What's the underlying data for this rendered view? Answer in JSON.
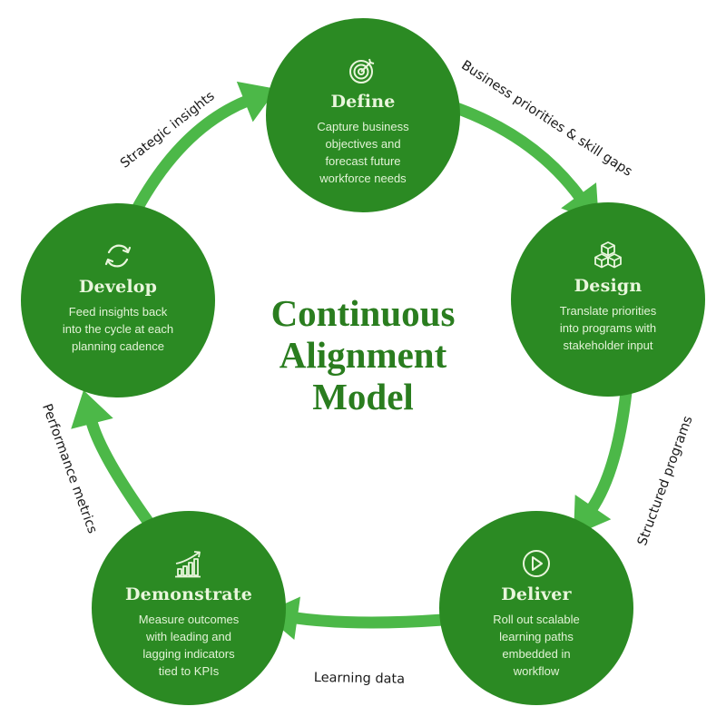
{
  "center_title": "Continuous\nAlignment\nModel",
  "colors": {
    "node_fill": "#2b8a23",
    "arrow_fill": "#4cb848",
    "title_text": "#2a7d1f",
    "node_text": "#e9f6dc"
  },
  "nodes": [
    {
      "id": "define",
      "icon": "target-icon",
      "title": "Define",
      "description": "Capture business\nobjectives and\nforecast future\nworkforce needs"
    },
    {
      "id": "design",
      "icon": "cubes-icon",
      "title": "Design",
      "description": "Translate priorities\ninto programs with\nstakeholder input"
    },
    {
      "id": "deliver",
      "icon": "play-icon",
      "title": "Deliver",
      "description": "Roll out scalable\nlearning paths\nembedded in\nworkflow"
    },
    {
      "id": "demonstrate",
      "icon": "growth-chart-icon",
      "title": "Demonstrate",
      "description": "Measure outcomes\nwith leading and\nlagging indicators\ntied to KPIs"
    },
    {
      "id": "develop",
      "icon": "refresh-icon",
      "title": "Develop",
      "description": "Feed insights back\ninto the cycle at each\nplanning cadence"
    }
  ],
  "arrows": [
    {
      "from": "define",
      "to": "design",
      "label": "Business priorities & skill gaps"
    },
    {
      "from": "design",
      "to": "deliver",
      "label": "Structured programs"
    },
    {
      "from": "deliver",
      "to": "demonstrate",
      "label": "Learning data"
    },
    {
      "from": "demonstrate",
      "to": "develop",
      "label": "Performance metrics"
    },
    {
      "from": "develop",
      "to": "define",
      "label": "Strategic insights"
    }
  ]
}
